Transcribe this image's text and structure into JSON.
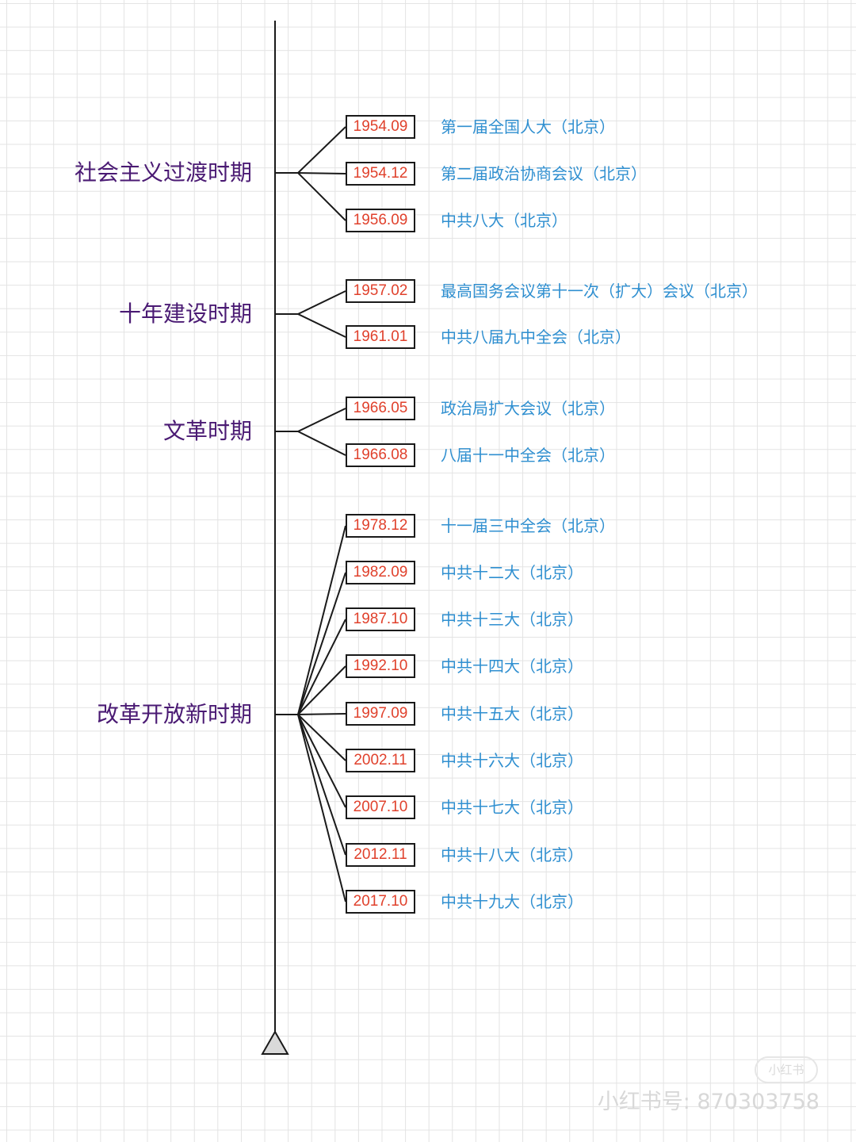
{
  "periods": [
    {
      "label": "社会主义过渡时期",
      "events": [
        {
          "date": "1954.09",
          "name": "第一届全国人大（北京）"
        },
        {
          "date": "1954.12",
          "name": "第二届政治协商会议（北京）"
        },
        {
          "date": "1956.09",
          "name": "中共八大（北京）"
        }
      ]
    },
    {
      "label": "十年建设时期",
      "events": [
        {
          "date": "1957.02",
          "name": "最高国务会议第十一次（扩大）会议（北京）"
        },
        {
          "date": "1961.01",
          "name": "中共八届九中全会（北京）"
        }
      ]
    },
    {
      "label": "文革时期",
      "events": [
        {
          "date": "1966.05",
          "name": "政治局扩大会议（北京）"
        },
        {
          "date": "1966.08",
          "name": "八届十一中全会（北京）"
        }
      ]
    },
    {
      "label": "改革开放新时期",
      "events": [
        {
          "date": "1978.12",
          "name": "十一届三中全会（北京）"
        },
        {
          "date": "1982.09",
          "name": "中共十二大（北京）"
        },
        {
          "date": "1987.10",
          "name": "中共十三大（北京）"
        },
        {
          "date": "1992.10",
          "name": "中共十四大（北京）"
        },
        {
          "date": "1997.09",
          "name": "中共十五大（北京）"
        },
        {
          "date": "2002.11",
          "name": "中共十六大（北京）"
        },
        {
          "date": "2007.10",
          "name": "中共十七大（北京）"
        },
        {
          "date": "2012.11",
          "name": "中共十八大（北京）"
        },
        {
          "date": "2017.10",
          "name": "中共十九大（北京）"
        }
      ]
    }
  ],
  "watermark": {
    "badge": "小红书",
    "id_text": "小红书号: 870303758"
  },
  "colors": {
    "period_text": "#4a1a73",
    "date_text": "#e0412c",
    "event_text": "#2f8fd0",
    "line": "#1a1a1a",
    "arrow_fill": "#d9d9d9"
  }
}
